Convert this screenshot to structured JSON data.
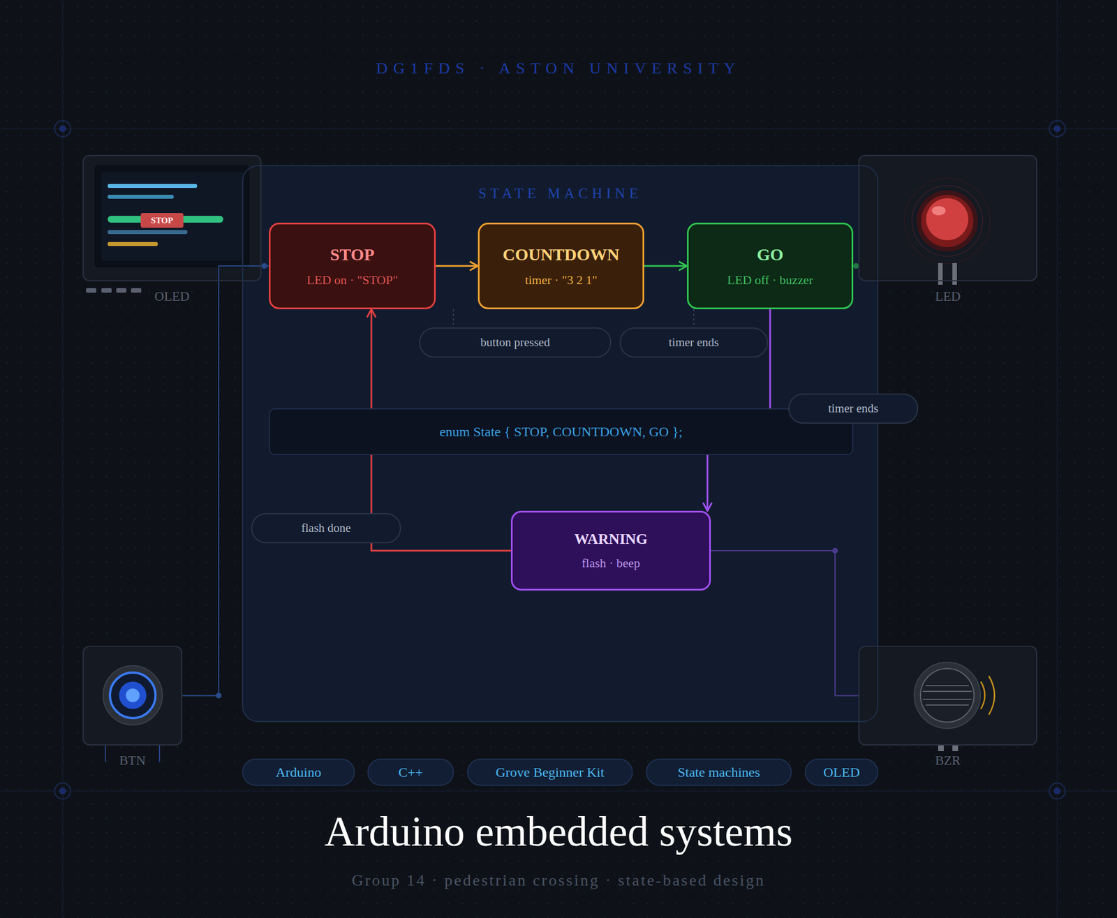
{
  "diagram": {
    "title": "Arduino embedded systems",
    "caption": "Group 14 · pedestrian crossing · state-based design",
    "nodes": [
      {
        "text": [
          "OLED"
        ]
      },
      {
        "text": [
          "STOP"
        ],
        "in": 0
      },
      {
        "text": [
          "STATE MACHINE"
        ]
      },
      {
        "text": [
          "STOP",
          "LED on · \"STOP\""
        ],
        "in": 2
      },
      {
        "text": [
          "COUNTDOWN",
          "timer · \"3 2 1\""
        ],
        "in": 2
      },
      {
        "text": [
          "GO",
          "LED off · buzzer"
        ],
        "in": 2
      },
      {
        "text": [
          "LED"
        ]
      },
      {
        "text": [
          "enum State { STOP, COUNTDOWN, GO };"
        ],
        "in": 2
      },
      {
        "text": [
          "WARNING",
          "flash · beep"
        ],
        "in": 2
      },
      {
        "text": [
          "BTN"
        ]
      },
      {
        "text": [
          "BZR"
        ]
      },
      {
        "text": [
          "Arduino"
        ]
      },
      {
        "text": [
          "C++"
        ]
      },
      {
        "text": [
          "Grove Beginner Kit"
        ]
      },
      {
        "text": [
          "State machines"
        ]
      },
      {
        "text": [
          "OLED"
        ]
      }
    ],
    "edges": [
      {
        "from": 3,
        "to": 4,
        "arrow": "to",
        "label": "button pressed"
      },
      {
        "from": 4,
        "to": 5,
        "arrow": "to",
        "label": "timer ends"
      },
      {
        "from": 5,
        "to": 8,
        "arrow": "to",
        "label": "timer ends"
      },
      {
        "from": 8,
        "to": 3,
        "arrow": "to",
        "label": "flash done"
      },
      {
        "from": 0,
        "to": 3,
        "arrow": "none"
      },
      {
        "from": 9,
        "to": 3,
        "arrow": "none"
      },
      {
        "from": 5,
        "to": 6,
        "arrow": "none"
      },
      {
        "from": 8,
        "to": 10,
        "arrow": "none"
      }
    ],
    "labels": [
      "DG1FDS · ASTON UNIVERSITY"
    ]
  }
}
